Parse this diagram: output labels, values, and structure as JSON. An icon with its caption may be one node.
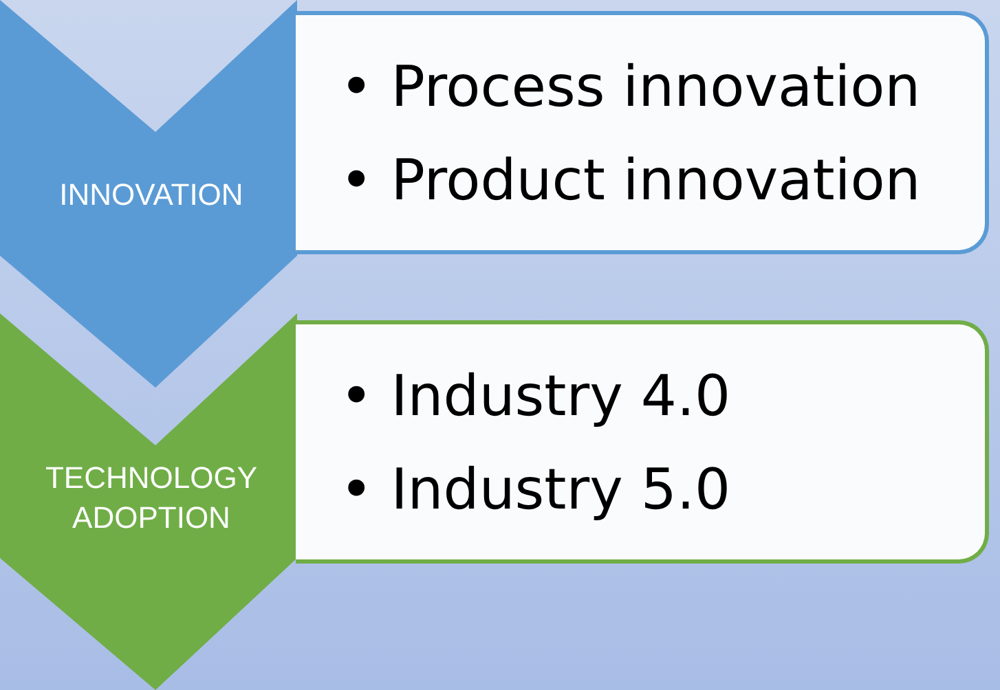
{
  "diagram": {
    "nodes": [
      {
        "text": [
          "INNOVATION"
        ]
      },
      {
        "text": [
          "• Process innovation",
          "• Product innovation"
        ]
      },
      {
        "text": [
          "TECHNOLOGY ADOPTION"
        ]
      },
      {
        "text": [
          "• Industry 4.0",
          "• Industry 5.0"
        ]
      }
    ]
  }
}
